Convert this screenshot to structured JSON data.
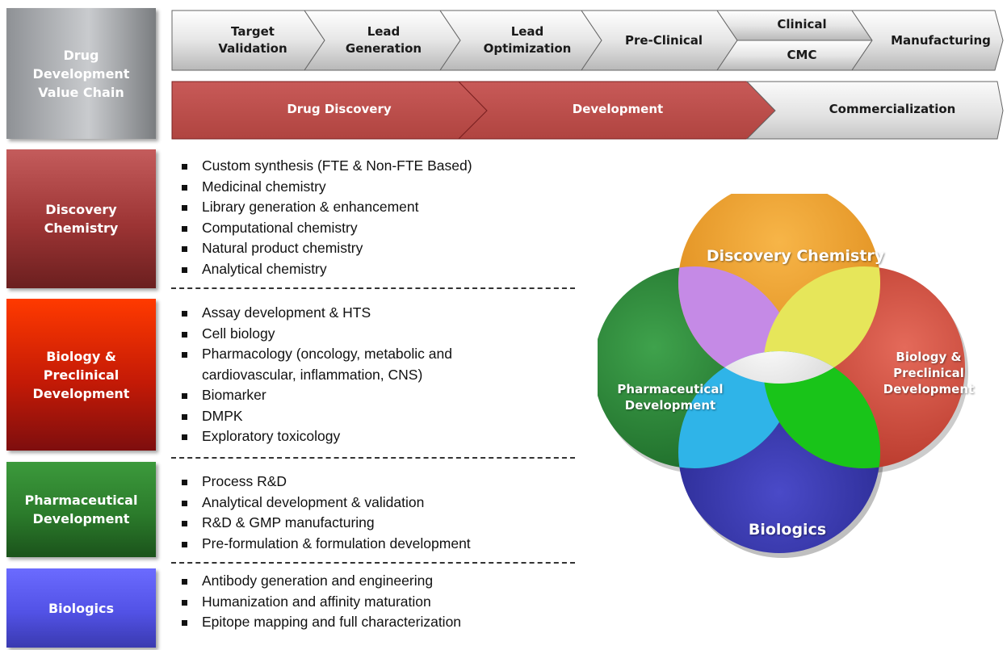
{
  "sidebar": {
    "value_chain": "Drug\nDevelopment\nValue Chain",
    "discovery": "Discovery\nChemistry",
    "biology": "Biology &\nPreclinical\nDevelopment",
    "pharmaceutical": "Pharmaceutical\nDevelopment",
    "biologics": "Biologics"
  },
  "stages": {
    "target_validation": "Target\nValidation",
    "lead_generation": "Lead\nGeneration",
    "lead_optimization": "Lead\nOptimization",
    "pre_clinical": "Pre-Clinical",
    "clinical": "Clinical",
    "cmc": "CMC",
    "manufacturing": "Manufacturing"
  },
  "phases": {
    "drug_discovery": "Drug Discovery",
    "development": "Development",
    "commercialization": "Commercialization"
  },
  "services": {
    "discovery": [
      "Custom synthesis (FTE & Non-FTE Based)",
      "Medicinal chemistry",
      "Library generation & enhancement",
      "Computational chemistry",
      "Natural product chemistry",
      "Analytical chemistry"
    ],
    "biology": [
      "Assay development & HTS",
      "Cell biology",
      "Pharmacology (oncology, metabolic and\ncardiovascular, inflammation, CNS)",
      "Biomarker",
      "DMPK",
      "Exploratory toxicology"
    ],
    "pharmaceutical": [
      "Process R&D",
      "Analytical development & validation",
      "R&D & GMP manufacturing",
      "Pre-formulation & formulation development"
    ],
    "biologics": [
      "Antibody generation and engineering",
      "Humanization and affinity maturation",
      "Epitope mapping and full characterization"
    ]
  },
  "venn": {
    "top": "Discovery Chemistry",
    "right": "Biology &\nPreclinical\nDevelopment",
    "left": "Pharmaceutical\nDevelopment",
    "bottom": "Biologics"
  },
  "colors": {
    "discovery": "#f0a030",
    "biology": "#d84a3a",
    "pharmaceutical": "#2a8a3a",
    "biologics": "#3535a0",
    "phase_red": "#c0504d",
    "chevron_gray": "#e2e2e2"
  }
}
